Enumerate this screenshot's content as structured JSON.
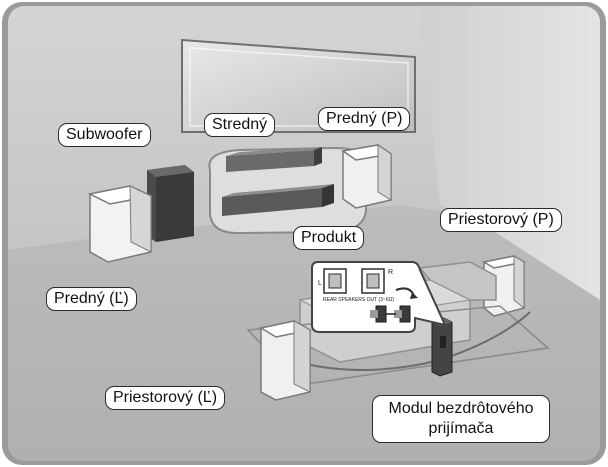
{
  "labels": {
    "subwoofer": "Subwoofer",
    "center": "Stredný",
    "front_right": "Predný (P)",
    "product": "Produkt",
    "surround_right": "Priestorový (P)",
    "front_left": "Predný (Ľ)",
    "surround_left": "Priestorový (Ľ)",
    "wireless_module_line1": "Modul bezdrôtového",
    "wireless_module_line2": "prijímača"
  },
  "inset": {
    "port_left_letter": "L",
    "port_right_letter": "R",
    "port_caption": "REAR SPEAKERS OUT (3~6Ω)"
  },
  "colors": {
    "frame": "#9a9a9a",
    "wall": "#c9c9c9",
    "floor": "#bdbdbd",
    "speaker_dark": "#4a4a4a",
    "speaker_light": "#f2f2f2",
    "label_border": "#2b2b2b"
  }
}
